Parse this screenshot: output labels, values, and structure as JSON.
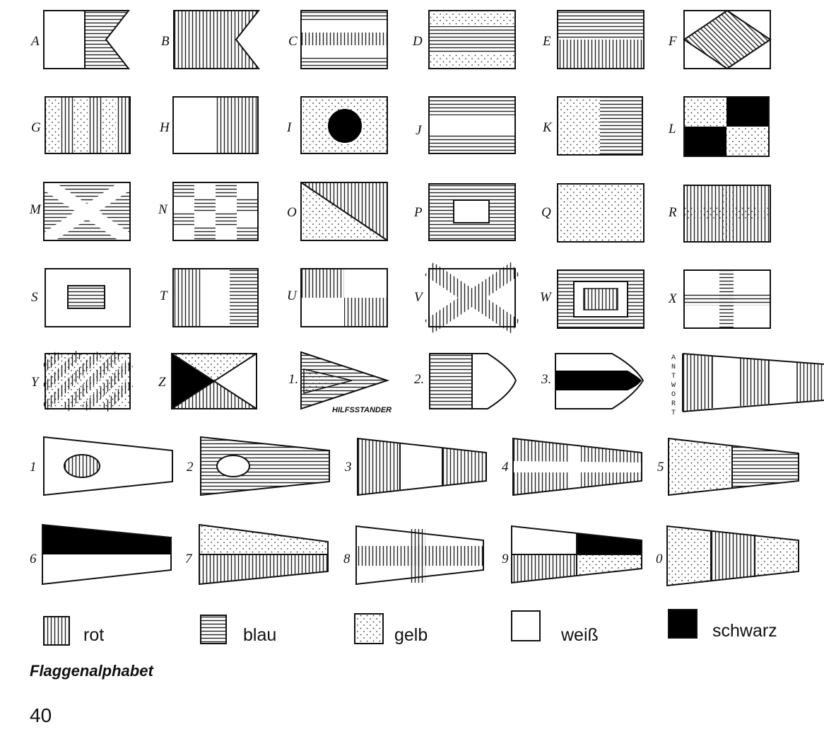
{
  "caption": "Flaggenalphabet",
  "page_number": "40",
  "legend": [
    {
      "label": "rot",
      "pattern": "vert"
    },
    {
      "label": "blau",
      "pattern": "horiz"
    },
    {
      "label": "gelb",
      "pattern": "dots"
    },
    {
      "label": "weiß",
      "pattern": "white"
    },
    {
      "label": "schwarz",
      "pattern": "black"
    }
  ],
  "letter_flags": [
    {
      "label": "A"
    },
    {
      "label": "B"
    },
    {
      "label": "C"
    },
    {
      "label": "D"
    },
    {
      "label": "E"
    },
    {
      "label": "F"
    },
    {
      "label": "G"
    },
    {
      "label": "H"
    },
    {
      "label": "I"
    },
    {
      "label": "J"
    },
    {
      "label": "K"
    },
    {
      "label": "L"
    },
    {
      "label": "M"
    },
    {
      "label": "N"
    },
    {
      "label": "O"
    },
    {
      "label": "P"
    },
    {
      "label": "Q"
    },
    {
      "label": "R"
    },
    {
      "label": "S"
    },
    {
      "label": "T"
    },
    {
      "label": "U"
    },
    {
      "label": "V"
    },
    {
      "label": "W"
    },
    {
      "label": "X"
    },
    {
      "label": "Y"
    },
    {
      "label": "Z"
    }
  ],
  "substitutes": [
    {
      "label": "1."
    },
    {
      "label": "2."
    },
    {
      "label": "3."
    }
  ],
  "substitute_caption": "HILFSSTANDER",
  "answer_pennant_label": "ANTWORT",
  "number_pennants": [
    {
      "label": "1"
    },
    {
      "label": "2"
    },
    {
      "label": "3"
    },
    {
      "label": "4"
    },
    {
      "label": "5"
    },
    {
      "label": "6"
    },
    {
      "label": "7"
    },
    {
      "label": "8"
    },
    {
      "label": "9"
    },
    {
      "label": "0"
    }
  ]
}
